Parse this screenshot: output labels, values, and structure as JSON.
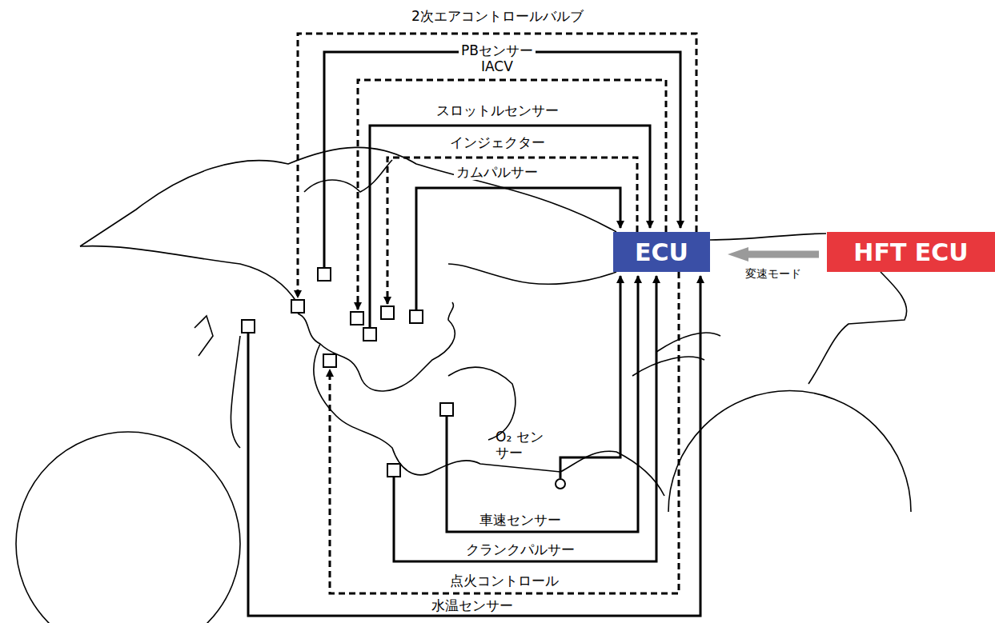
{
  "diagram": {
    "nodes": [
      {
        "text": [
          "ECU"
        ]
      },
      {
        "text": [
          "HFT ECU"
        ]
      }
    ],
    "edges": [
      {
        "from": 1,
        "to": 0,
        "arrow": "to",
        "label": "変速モード"
      }
    ],
    "labels": [
      "2次エアコントロールバルブ",
      "PBセンサー",
      "IACV",
      "スロットルセンサー",
      "インジェクター",
      "カムパルサー",
      "O₂ センサー",
      "車速センサー",
      "クランクパルサー",
      "点火コントロール",
      "水温センサー"
    ]
  }
}
